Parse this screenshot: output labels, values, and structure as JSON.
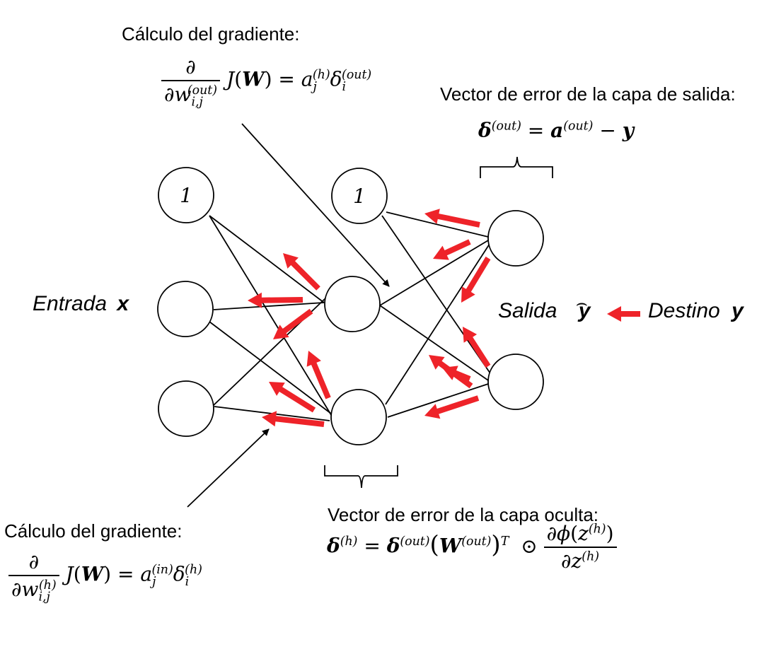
{
  "labels": {
    "grad_top_title": "Cálculo del gradiente:",
    "grad_bottom_title": "Cálculo del gradiente:",
    "out_error_title": "Vector de error de la capa de salida:",
    "hidden_error_title": "Vector de error de la capa oculta:",
    "input_label": "Entrada",
    "input_symbol": "x",
    "output_label": "Salida",
    "output_symbol": "y",
    "target_label": "Destino",
    "target_symbol": "y"
  },
  "nodes": {
    "bias_input": "1",
    "bias_hidden": "1"
  },
  "math": {
    "partial": "∂",
    "w": "w",
    "J": "J",
    "W": "W",
    "eq": "=",
    "a": "a",
    "delta": "δ",
    "out": "(out)",
    "h": "(h)",
    "in": "(in)",
    "ij": "i,j",
    "i": "i",
    "j": "j",
    "T": "T",
    "odot": "⊙",
    "phi": "ϕ",
    "z": "z",
    "y": "y",
    "minus": "−"
  },
  "colors": {
    "arrow_red": "#ee2329",
    "line": "#000000"
  }
}
